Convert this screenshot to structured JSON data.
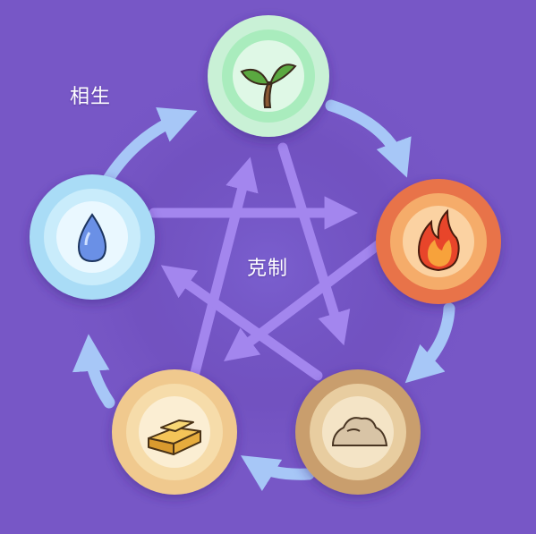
{
  "labels": {
    "generating_cycle": "相生",
    "overcoming_cycle": "克制"
  },
  "elements": [
    {
      "key": "wood",
      "icon": "sprout-icon",
      "ring": "#c9f1d6",
      "glow": "#8fe3a9",
      "core": "#dff8e6"
    },
    {
      "key": "fire",
      "icon": "flame-icon",
      "ring": "#e8734a",
      "glow": "#f5ac6a",
      "core": "#fbd2a2"
    },
    {
      "key": "earth",
      "icon": "soil-mound-icon",
      "ring": "#c99e6d",
      "glow": "#e8cda0",
      "core": "#f4e4c6"
    },
    {
      "key": "metal",
      "icon": "gold-bar-icon",
      "ring": "#f0c98e",
      "glow": "#f6dcaa",
      "core": "#fbeed3"
    },
    {
      "key": "water",
      "icon": "water-drop-icon",
      "ring": "#a9dcf6",
      "glow": "#c9ecfb",
      "core": "#eaf8ff"
    }
  ],
  "colors": {
    "background": "#7757c6",
    "generating_arrow": "#a7c7f7",
    "overcoming_arrow": "#a386ee"
  }
}
